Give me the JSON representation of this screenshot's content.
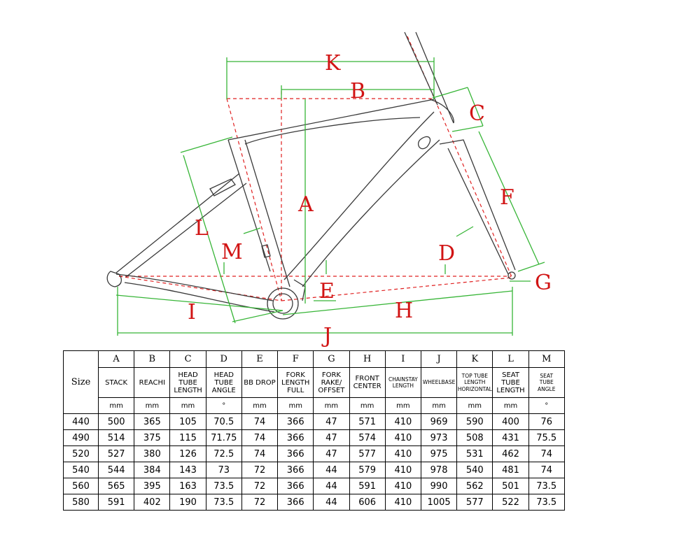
{
  "dimension_letters": [
    "A",
    "B",
    "C",
    "D",
    "E",
    "F",
    "G",
    "H",
    "I",
    "J",
    "K",
    "L",
    "M"
  ],
  "table": {
    "size_header": "Size",
    "columns": [
      {
        "letter": "A",
        "name": [
          "STACK"
        ],
        "unit": "mm"
      },
      {
        "letter": "B",
        "name": [
          "REACHI"
        ],
        "unit": "mm"
      },
      {
        "letter": "C",
        "name": [
          "HEAD",
          "TUBE",
          "LENGTH"
        ],
        "unit": "mm"
      },
      {
        "letter": "D",
        "name": [
          "HEAD",
          "TUBE",
          "ANGLE"
        ],
        "unit": "°"
      },
      {
        "letter": "E",
        "name": [
          "BB DROP"
        ],
        "unit": "mm"
      },
      {
        "letter": "F",
        "name": [
          "FORK",
          "LENGTH",
          "FULL"
        ],
        "unit": "mm"
      },
      {
        "letter": "G",
        "name": [
          "FORK",
          "RAKE/",
          "OFFSET"
        ],
        "unit": "mm"
      },
      {
        "letter": "H",
        "name": [
          "FRONT",
          "CENTER"
        ],
        "unit": "mm"
      },
      {
        "letter": "I",
        "name": [
          "CHAINSTAY",
          "LENGTH"
        ],
        "unit": "mm",
        "small": true
      },
      {
        "letter": "J",
        "name": [
          "WHEELBASE"
        ],
        "unit": "mm",
        "small": true
      },
      {
        "letter": "K",
        "name": [
          "TOP TUBE",
          "LENGTH",
          "HORIZONTAL"
        ],
        "unit": "mm",
        "small": true
      },
      {
        "letter": "L",
        "name": [
          "SEAT",
          "TUBE",
          "LENGTH"
        ],
        "unit": "mm"
      },
      {
        "letter": "M",
        "name": [
          "SEAT",
          "TUBE",
          "ANGLE"
        ],
        "unit": "°",
        "small": true
      }
    ],
    "rows": [
      {
        "size": "440",
        "values": [
          "500",
          "365",
          "105",
          "70.5",
          "74",
          "366",
          "47",
          "571",
          "410",
          "969",
          "590",
          "400",
          "76"
        ]
      },
      {
        "size": "490",
        "values": [
          "514",
          "375",
          "115",
          "71.75",
          "74",
          "366",
          "47",
          "574",
          "410",
          "973",
          "508",
          "431",
          "75.5"
        ]
      },
      {
        "size": "520",
        "values": [
          "527",
          "380",
          "126",
          "72.5",
          "74",
          "366",
          "47",
          "577",
          "410",
          "975",
          "531",
          "462",
          "74"
        ]
      },
      {
        "size": "540",
        "values": [
          "544",
          "384",
          "143",
          "73",
          "72",
          "366",
          "44",
          "579",
          "410",
          "978",
          "540",
          "481",
          "74"
        ]
      },
      {
        "size": "560",
        "values": [
          "565",
          "395",
          "163",
          "73.5",
          "72",
          "366",
          "44",
          "591",
          "410",
          "990",
          "562",
          "501",
          "73.5"
        ]
      },
      {
        "size": "580",
        "values": [
          "591",
          "402",
          "190",
          "73.5",
          "72",
          "366",
          "44",
          "606",
          "410",
          "1005",
          "577",
          "522",
          "73.5"
        ]
      }
    ]
  },
  "colors": {
    "frame_outline": "#3a3a3a",
    "dimension_line": "#37b537",
    "reference_line": "#e02020",
    "dimension_letter": "#d11414"
  }
}
